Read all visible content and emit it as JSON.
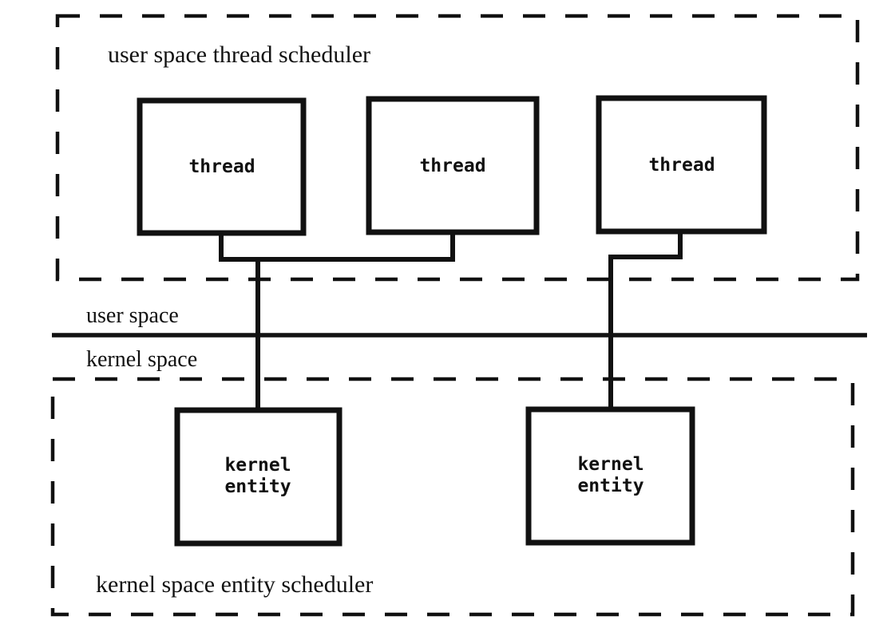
{
  "diagram": {
    "background_color": "#ffffff",
    "stroke_color": "#111111",
    "user_scheduler": {
      "label": "user space thread scheduler"
    },
    "kernel_scheduler": {
      "label": "kernel space entity scheduler"
    },
    "divider": {
      "above_label": "user space",
      "below_label": "kernel space"
    },
    "threads": [
      {
        "label": "thread"
      },
      {
        "label": "thread"
      },
      {
        "label": "thread"
      }
    ],
    "kernel_entities": [
      {
        "label_line1": "kernel",
        "label_line2": "entity"
      },
      {
        "label_line1": "kernel",
        "label_line2": "entity"
      }
    ]
  }
}
